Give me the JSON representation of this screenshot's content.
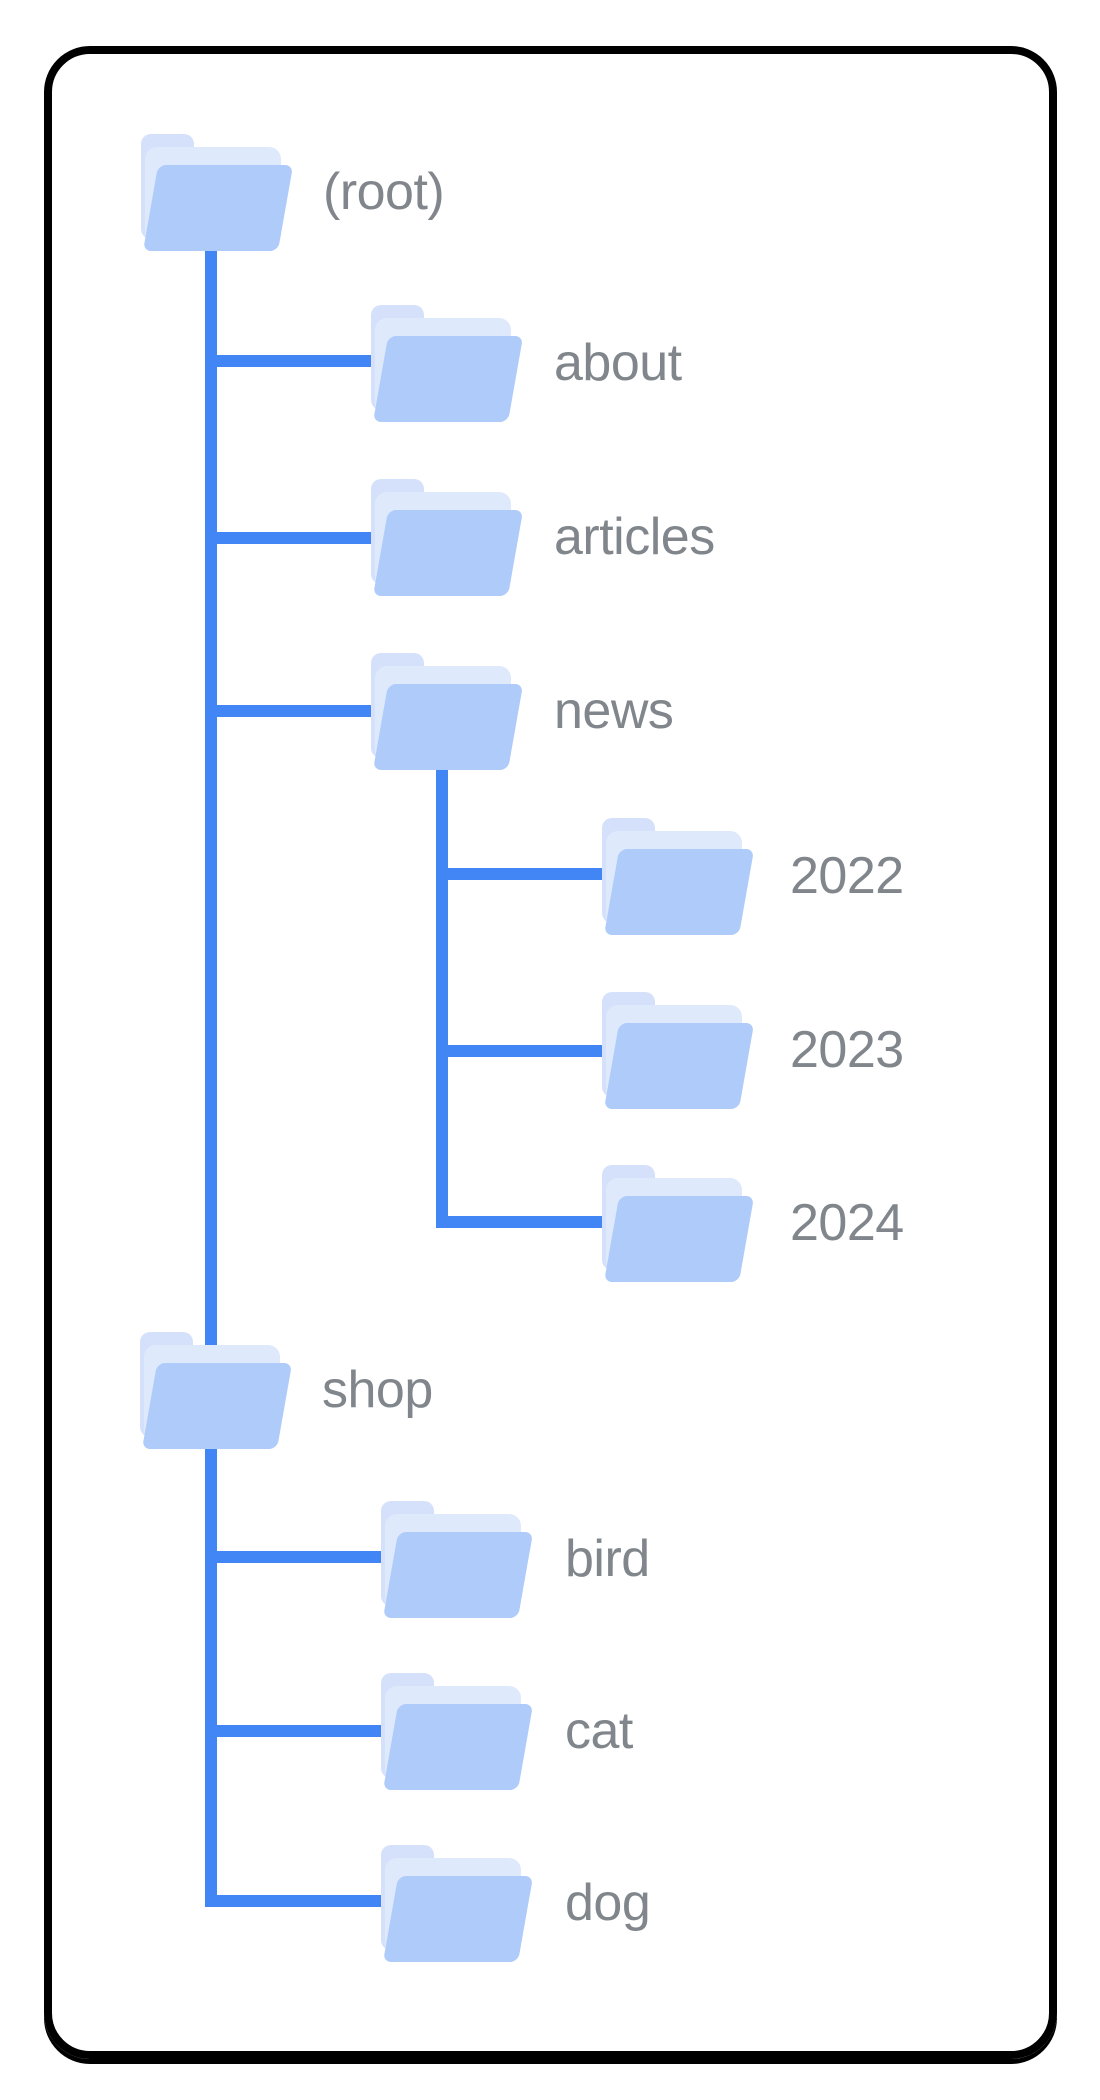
{
  "figure": {
    "description": "Website folder structure tree diagram inside a rounded black-bordered card",
    "colors": {
      "connector_blue": "#4285F4",
      "folder_front": "#AECBFA",
      "folder_back": "#DEE9FC",
      "folder_tab": "#D5E1FA",
      "label_gray": "#80868B",
      "card_border": "#000000",
      "background": "#FFFFFF"
    },
    "tree": {
      "nodes": [
        {
          "id": "root",
          "label": "(root)",
          "parent": null,
          "depth": 0
        },
        {
          "id": "about",
          "label": "about",
          "parent": "(root)",
          "depth": 1
        },
        {
          "id": "articles",
          "label": "articles",
          "parent": "(root)",
          "depth": 1
        },
        {
          "id": "news",
          "label": "news",
          "parent": "(root)",
          "depth": 1
        },
        {
          "id": "y2022",
          "label": "2022",
          "parent": "news",
          "depth": 2
        },
        {
          "id": "y2023",
          "label": "2023",
          "parent": "news",
          "depth": 2
        },
        {
          "id": "y2024",
          "label": "2024",
          "parent": "news",
          "depth": 2
        },
        {
          "id": "shop",
          "label": "shop",
          "parent": "(root)",
          "depth": 1
        },
        {
          "id": "bird",
          "label": "bird",
          "parent": "shop",
          "depth": 2
        },
        {
          "id": "cat",
          "label": "cat",
          "parent": "shop",
          "depth": 2
        },
        {
          "id": "dog",
          "label": "dog",
          "parent": "shop",
          "depth": 2
        }
      ]
    }
  }
}
